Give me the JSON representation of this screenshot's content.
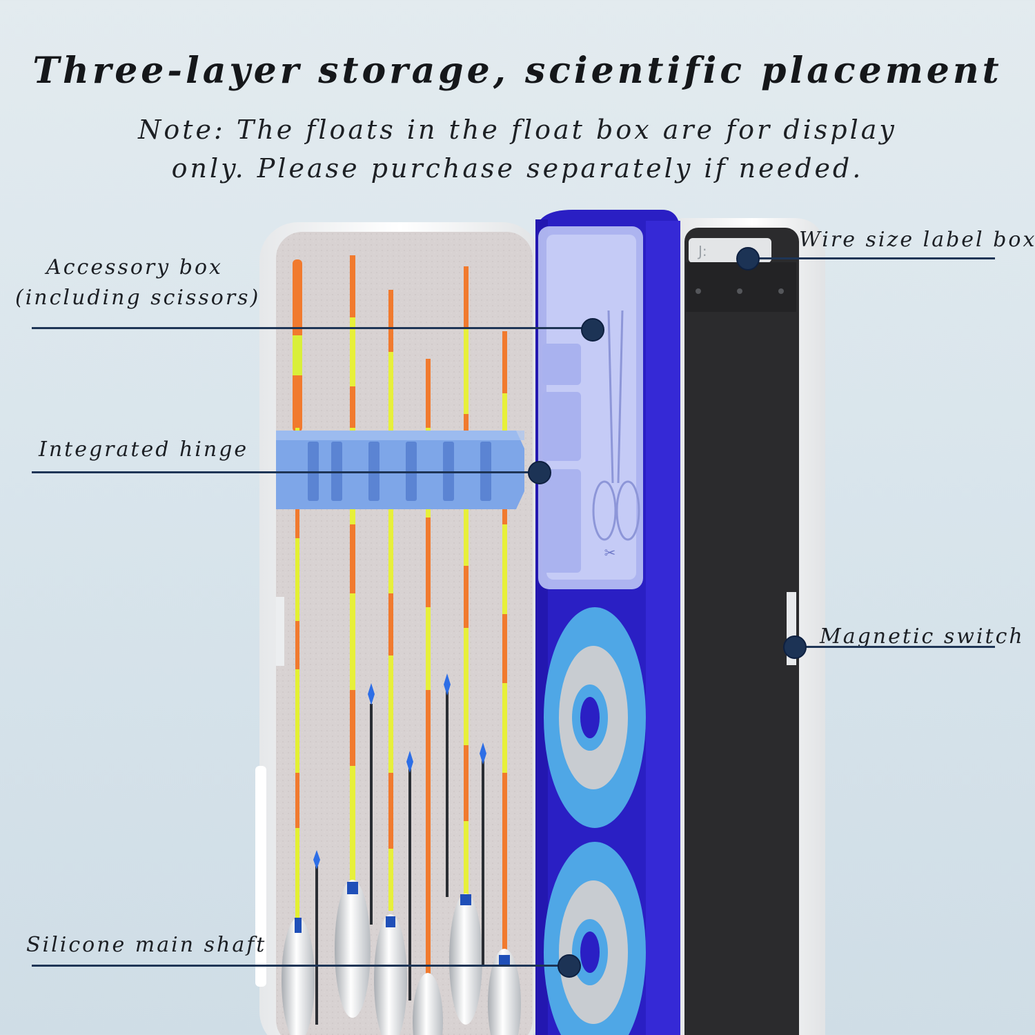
{
  "header": {
    "title": "Three-layer storage, scientific placement",
    "note_line1": "Note: The floats in the float box are for display",
    "note_line2": "only.  Please purchase separately if needed."
  },
  "callouts": {
    "accessory_box_line1": "Accessory box",
    "accessory_box_line2": "(including scissors)",
    "integrated_hinge": "Integrated hinge",
    "silicone_main_shaft": "Silicone main shaft",
    "wire_size_label_box": "Wire size label box",
    "magnetic_switch": "Magnetic switch"
  },
  "colors": {
    "background": "#dbe6ec",
    "box_shell": "#f4f5f6",
    "inner_lining": "#d9d4d4",
    "middle_panel": "#2a1fc4",
    "hinge": "#7ea6e8",
    "spool": "#4fa7e6",
    "callout": "#1c3355",
    "lid_interior": "#2b2b2d"
  }
}
